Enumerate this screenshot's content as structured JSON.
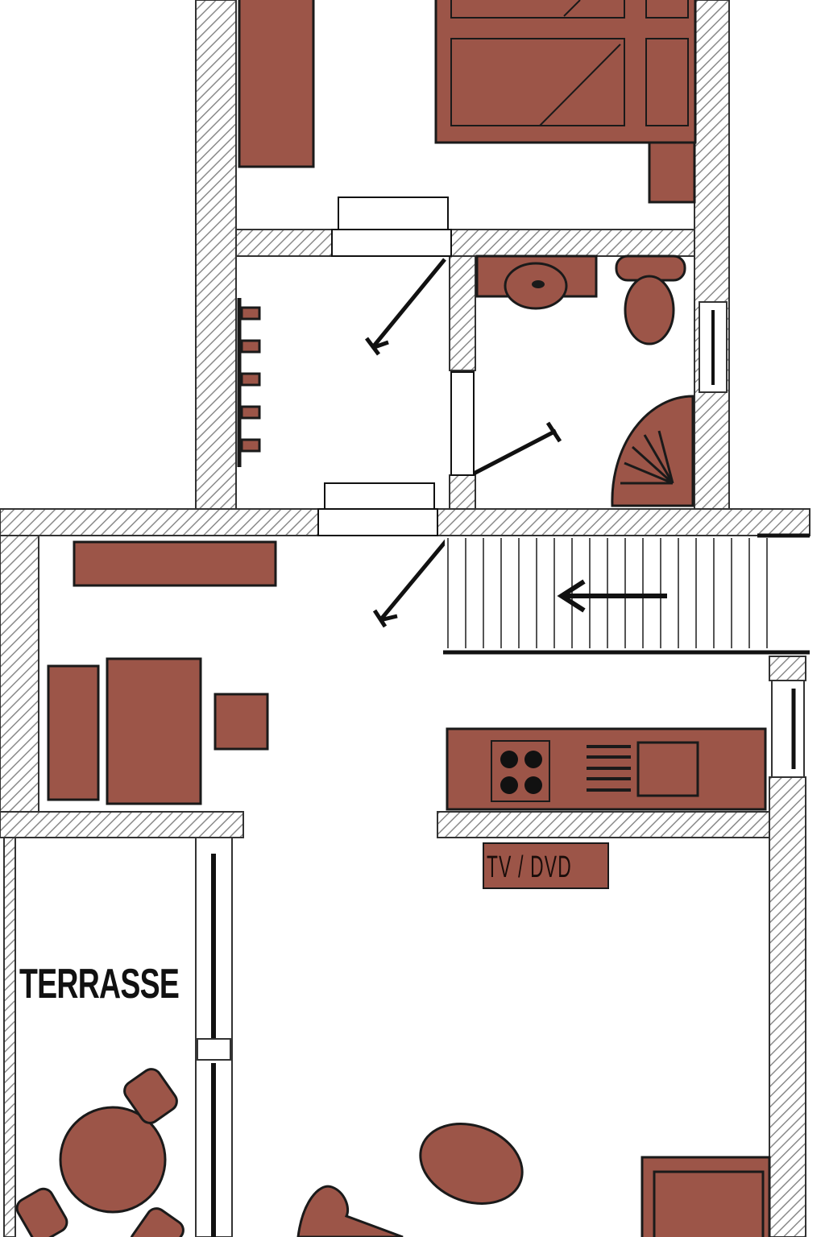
{
  "plan": {
    "labels": {
      "terrace": "TERRASSE",
      "tv_dvd": "TV / DVD"
    },
    "colors": {
      "furniture": "#9c5548",
      "outline": "#1a1a1a",
      "wall_hatch": "#8a8a8a",
      "background": "#ffffff"
    },
    "stairs_direction": "left"
  }
}
